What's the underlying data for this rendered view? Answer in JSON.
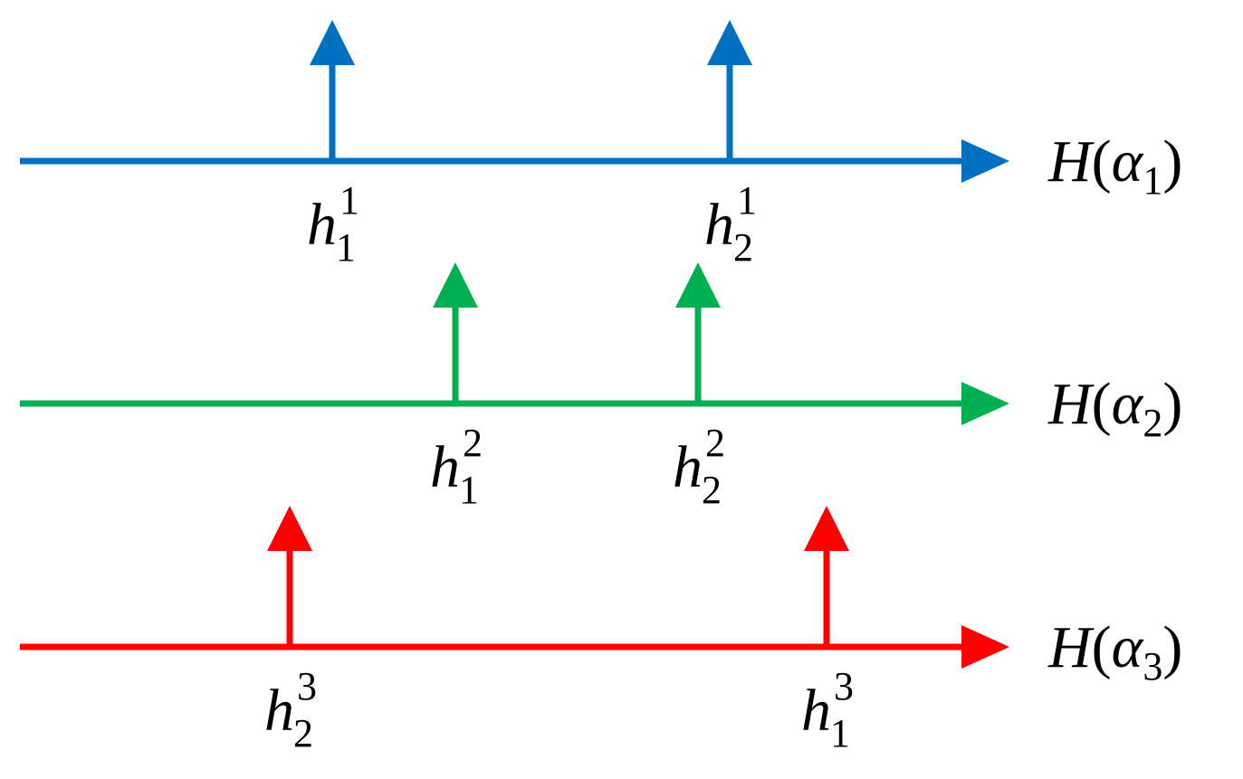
{
  "diagram": {
    "axes": [
      {
        "id": "axis-1",
        "color": "#0070C0",
        "label": {
          "main": "H",
          "open": "(",
          "greek": "α",
          "sub": "1",
          "close": ")"
        },
        "spikes": [
          {
            "base": "h",
            "sub": "1",
            "sup": "1"
          },
          {
            "base": "h",
            "sub": "2",
            "sup": "1"
          }
        ]
      },
      {
        "id": "axis-2",
        "color": "#00B050",
        "label": {
          "main": "H",
          "open": "(",
          "greek": "α",
          "sub": "2",
          "close": ")"
        },
        "spikes": [
          {
            "base": "h",
            "sub": "1",
            "sup": "2"
          },
          {
            "base": "h",
            "sub": "2",
            "sup": "2"
          }
        ]
      },
      {
        "id": "axis-3",
        "color": "#FF0000",
        "label": {
          "main": "H",
          "open": "(",
          "greek": "α",
          "sub": "3",
          "close": ")"
        },
        "spikes": [
          {
            "base": "h",
            "sub": "2",
            "sup": "3"
          },
          {
            "base": "h",
            "sub": "1",
            "sup": "3"
          }
        ]
      }
    ]
  }
}
